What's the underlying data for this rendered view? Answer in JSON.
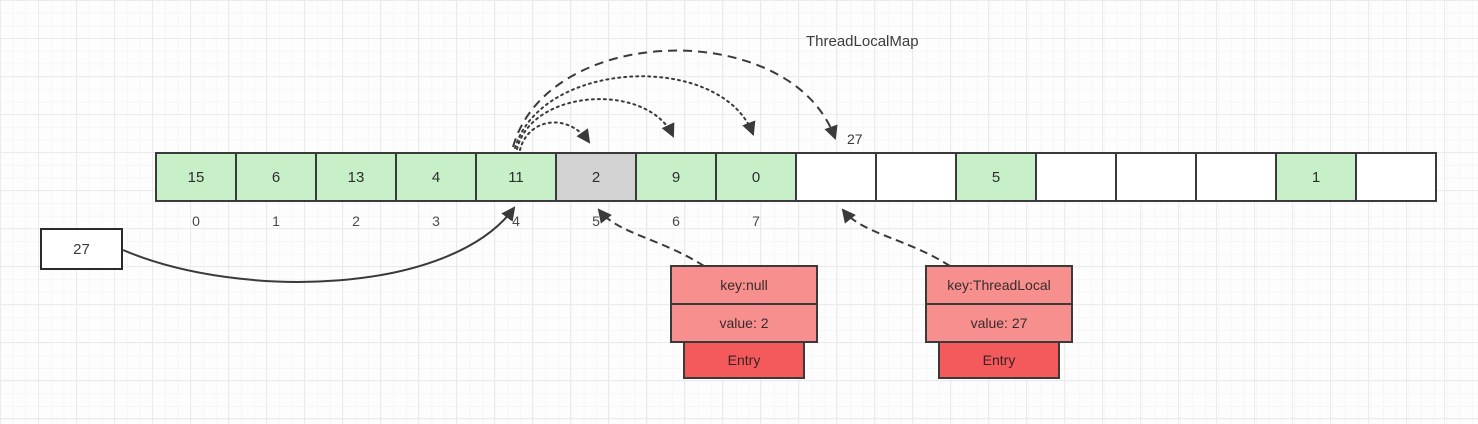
{
  "title": "ThreadLocalMap",
  "array": {
    "cells": [
      {
        "value": "15",
        "state": "filled"
      },
      {
        "value": "6",
        "state": "filled"
      },
      {
        "value": "13",
        "state": "filled"
      },
      {
        "value": "4",
        "state": "filled"
      },
      {
        "value": "11",
        "state": "filled"
      },
      {
        "value": "2",
        "state": "stale"
      },
      {
        "value": "9",
        "state": "filled"
      },
      {
        "value": "0",
        "state": "filled"
      },
      {
        "value": "",
        "state": "empty"
      },
      {
        "value": "",
        "state": "empty"
      },
      {
        "value": "5",
        "state": "filled"
      },
      {
        "value": "",
        "state": "empty"
      },
      {
        "value": "",
        "state": "empty"
      },
      {
        "value": "",
        "state": "empty"
      },
      {
        "value": "1",
        "state": "filled"
      },
      {
        "value": "",
        "state": "empty"
      }
    ],
    "index_labels": [
      "0",
      "1",
      "2",
      "3",
      "4",
      "5",
      "6",
      "7"
    ]
  },
  "probe_target_label": "27",
  "value_box": {
    "label": "27"
  },
  "entries": [
    {
      "key": "key:null",
      "value": "value: 2",
      "label": "Entry"
    },
    {
      "key": "key:ThreadLocal",
      "value": "value: 27",
      "label": "Entry"
    }
  ],
  "colors": {
    "filled": "#c8f0c8",
    "stale": "#d2d2d2",
    "empty": "#ffffff",
    "entry_top": "#f78f8f",
    "entry_tab": "#f4595c",
    "border": "#3a3a3a",
    "arrow": "#3a3a3a"
  }
}
